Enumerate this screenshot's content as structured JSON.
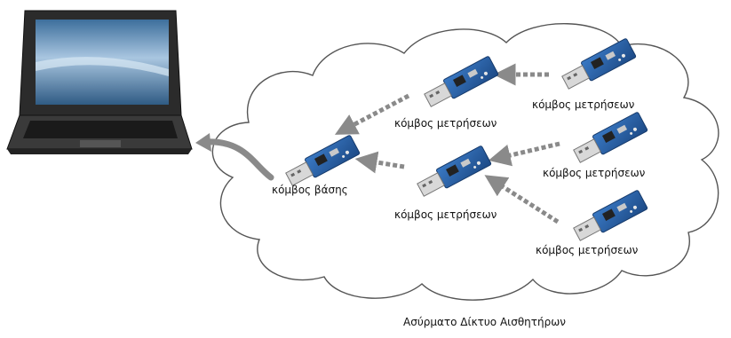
{
  "nodes": {
    "base_label": "κόμβος βάσης",
    "measure_label": "κόμβος μετρήσεων"
  },
  "caption": "Ασύρματο Δίκτυο Αισθητήρων",
  "colors": {
    "cloud_stroke": "#555555",
    "arrow": "#8a8a8a",
    "board": "#2a5d9c",
    "screen": "#7fa6c8"
  },
  "icons": [
    "laptop-icon",
    "usb-sensor-node-icon",
    "dashed-arrow-icon",
    "curved-arrow-icon"
  ]
}
